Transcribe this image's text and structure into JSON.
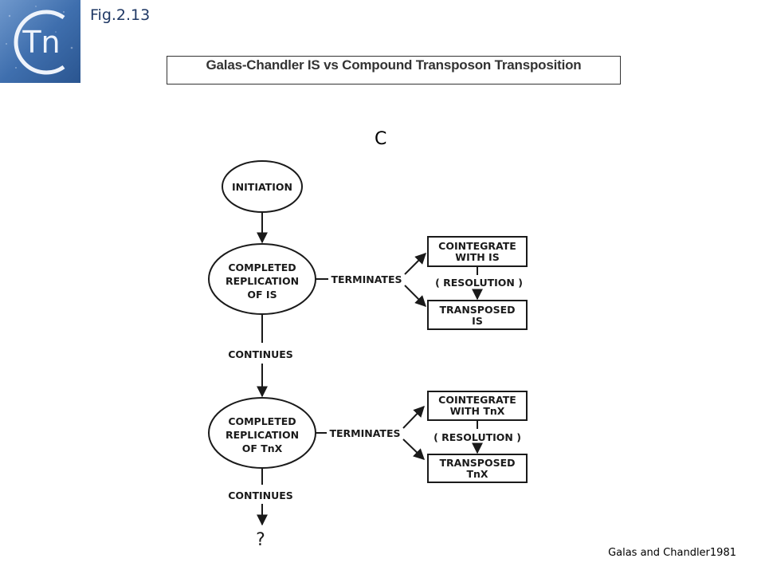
{
  "header": {
    "fig_label": "Fig.2.13",
    "title": "Galas-Chandler IS vs Compound Transposon Transposition",
    "panel_letter": "C"
  },
  "logo": {
    "icon": "tn-logo-icon",
    "text": "Tn"
  },
  "diagram": {
    "nodes": {
      "initiation": "INITIATION",
      "completed_is_lines": [
        "COMPLETED",
        "REPLICATION",
        "OF IS"
      ],
      "completed_tnx_lines": [
        "COMPLETED",
        "REPLICATION",
        "OF TnX"
      ],
      "cointegrate_is_lines": [
        "COINTEGRATE",
        "WITH  IS"
      ],
      "transposed_is_lines": [
        "TRANSPOSED",
        "IS"
      ],
      "cointegrate_tnx_lines": [
        "COINTEGRATE",
        "WITH  TnX"
      ],
      "transposed_tnx_lines": [
        "TRANSPOSED",
        "TnX"
      ]
    },
    "labels": {
      "terminates_1": "TERMINATES",
      "terminates_2": "TERMINATES",
      "resolution_1": "( RESOLUTION )",
      "resolution_2": "( RESOLUTION )",
      "continues_1": "CONTINUES",
      "continues_2": "CONTINUES",
      "question": "?"
    }
  },
  "citation": "Galas and Chandler1981",
  "colors": {
    "logo_blue": "#3a6aa8",
    "title_border": "#333333",
    "ink": "#1a1a1a"
  }
}
